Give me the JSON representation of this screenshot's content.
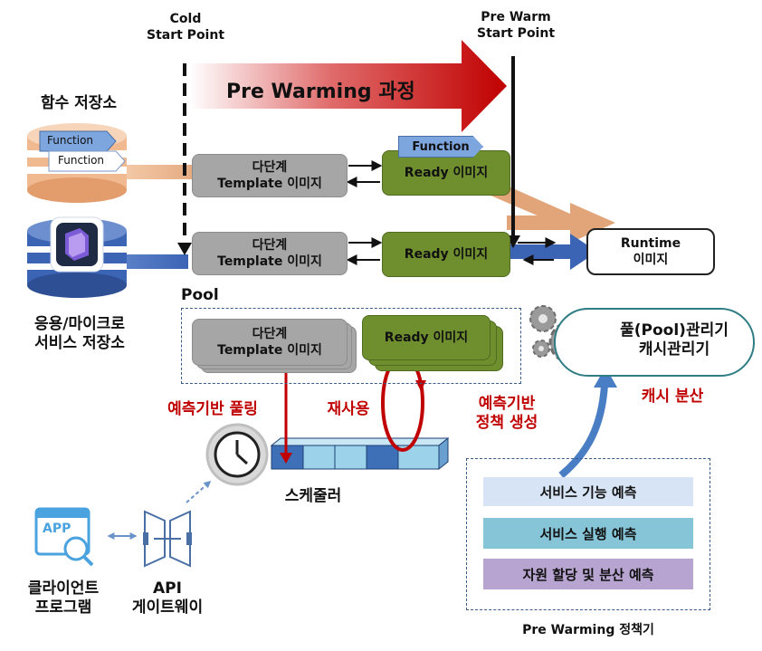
{
  "top": {
    "cold_start": [
      "Cold",
      "Start Point"
    ],
    "pre_warm_start": [
      "Pre Warm",
      "Start Point"
    ],
    "pre_warming_process": "Pre Warming 과정"
  },
  "left": {
    "function_store": "함수 저장소",
    "function_tag_1": "Function",
    "function_tag_2": "Function",
    "app_store": [
      "응용/마이크로",
      "서비스 저장소"
    ]
  },
  "images": {
    "template_line1": "다단계",
    "template_line2": "Template 이미지",
    "ready": "Ready 이미지",
    "function_tag": "Function",
    "runtime": [
      "Runtime",
      "이미지"
    ]
  },
  "pool": {
    "label": "Pool",
    "template_line1": "다단계",
    "template_line2": "Template 이미지",
    "ready": "Ready 이미지"
  },
  "manager": {
    "line1": "풀(Pool)관리기",
    "line2": "캐시관리기",
    "cache_dist": "캐시 분산"
  },
  "annotations": {
    "predictive_pooling": "예측기반 풀링",
    "reuse": "재사용",
    "predictive_policy": [
      "예측기반",
      "정책 생성"
    ],
    "scheduler": "스케줄러"
  },
  "client": {
    "app_icon_text": "APP",
    "client_label": [
      "클라이언트",
      "프로그램"
    ],
    "api_label": [
      "API",
      "게이트웨이"
    ]
  },
  "policy": {
    "items": [
      "서비스 기능 예측",
      "서비스 실행 예측",
      "자원 할당 및 분산 예측"
    ],
    "title": "Pre Warming 정책기"
  },
  "colors": {
    "red_arrow": "#c00000",
    "green": "#6f8f2f",
    "grey": "#a6a6a6",
    "blue_flow": "#3c64b4",
    "tan_flow": "#e2a57a"
  }
}
